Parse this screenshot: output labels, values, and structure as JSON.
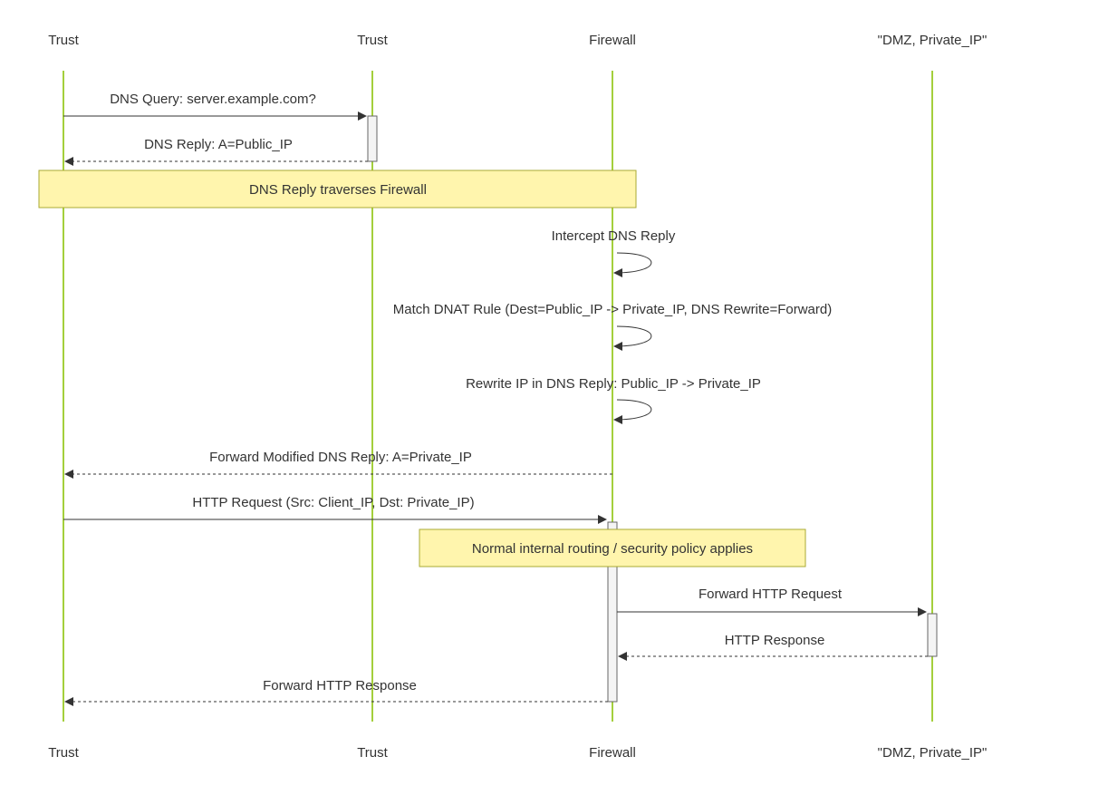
{
  "participants": [
    {
      "id": "p1",
      "label": "Trust"
    },
    {
      "id": "p2",
      "label": "Trust"
    },
    {
      "id": "p3",
      "label": "Firewall"
    },
    {
      "id": "p4",
      "label": "\"DMZ, Private_IP\""
    }
  ],
  "messages": [
    {
      "from": "p1",
      "to": "p2",
      "label": "DNS Query: server.example.com?",
      "style": "solid"
    },
    {
      "from": "p2",
      "to": "p1",
      "label": "DNS Reply: A=Public_IP",
      "style": "dashed"
    },
    {
      "from": "p3",
      "to": "p3",
      "label": "Intercept DNS Reply",
      "style": "solid"
    },
    {
      "from": "p3",
      "to": "p3",
      "label": "Match DNAT Rule (Dest=Public_IP -> Private_IP, DNS Rewrite=Forward)",
      "style": "solid"
    },
    {
      "from": "p3",
      "to": "p3",
      "label": "Rewrite IP in DNS Reply: Public_IP -> Private_IP",
      "style": "solid"
    },
    {
      "from": "p3",
      "to": "p1",
      "label": "Forward Modified DNS Reply: A=Private_IP",
      "style": "dashed"
    },
    {
      "from": "p1",
      "to": "p3",
      "label": "HTTP Request (Src: Client_IP, Dst: Private_IP)",
      "style": "solid"
    },
    {
      "from": "p3",
      "to": "p4",
      "label": "Forward HTTP Request",
      "style": "solid"
    },
    {
      "from": "p4",
      "to": "p3",
      "label": "HTTP Response",
      "style": "dashed"
    },
    {
      "from": "p3",
      "to": "p1",
      "label": "Forward HTTP Response",
      "style": "dashed"
    }
  ],
  "notes": [
    {
      "label": "DNS Reply traverses Firewall"
    },
    {
      "label": "Normal internal routing / security policy applies"
    }
  ],
  "colors": {
    "lifeline": "#a4cf3c",
    "note_fill": "#fff5ad",
    "note_stroke": "#aaaa33",
    "arrow": "#333333",
    "activation_fill": "#f4f4f4",
    "activation_stroke": "#666666"
  }
}
